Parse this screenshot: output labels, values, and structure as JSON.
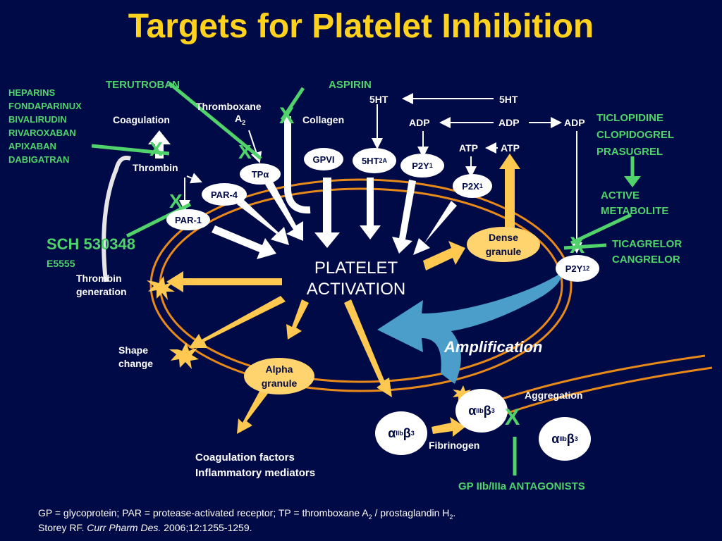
{
  "title": "Targets for Platelet Inhibition",
  "left_drugs": [
    "HEPARINS",
    "FONDAPARINUX",
    "BIVALIRUDIN",
    "RIVAROXABAN",
    "APIXABAN",
    "DABIGATRAN"
  ],
  "terutroban": "TERUTROBAN",
  "aspirin": "ASPIRIN",
  "thromboxane": "Thromboxane",
  "thromboxane_a": "A",
  "thromboxane_sub": "2",
  "coagulation": "Coagulation",
  "thrombin": "Thrombin",
  "collagen": "Collagen",
  "ht_top_left": "5HT",
  "ht_top_right": "5HT",
  "adp_left": "ADP",
  "adp_mid": "ADP",
  "adp_right": "ADP",
  "atp_left": "ATP",
  "atp_right": "ATP",
  "thieno": [
    "TICLOPIDINE",
    "CLOPIDOGREL",
    "PRASUGREL"
  ],
  "active_metabolite": [
    "ACTIVE",
    "METABOLITE"
  ],
  "tica": [
    "TICAGRELOR",
    "CANGRELOR"
  ],
  "sch": "SCH 530348",
  "e5555": "E5555",
  "thrombin_generation": [
    "Thrombin",
    "generation"
  ],
  "shape_change": [
    "Shape",
    "change"
  ],
  "platelet_activation": [
    "PLATELET",
    "ACTIVATION"
  ],
  "amplification": "Amplification",
  "aggregation": "Aggregation",
  "fibrinogen": "Fibrinogen",
  "coag_factors": [
    "Coagulation factors",
    "Inflammatory mediators"
  ],
  "gp_antagonists": "GP IIb/IIIa ANTAGONISTS",
  "receptors": {
    "gpvi": "GPVI",
    "ht2a": "5HT",
    "ht2a_sub": "2A",
    "p2y1": "P2Y",
    "p2y1_sub": "1",
    "p2x1": "P2X",
    "p2x1_sub": "1",
    "tp": "TP",
    "tp_sym": "α",
    "par4": "PAR-4",
    "par1": "PAR-1",
    "p2y12": "P2Y",
    "p2y12_sub": "12"
  },
  "integrin": {
    "alpha": "α",
    "sub": "IIb",
    "beta": "β",
    "num": "3"
  },
  "dense_granule": [
    "Dense",
    "granule"
  ],
  "alpha_granule": [
    "Alpha",
    "granule"
  ],
  "x_mark": "X",
  "footnote_line1": "GP = glycoprotein; PAR = protease-activated receptor; TP = thromboxane A",
  "footnote_line1_sub": "2",
  "footnote_line1_end": " / prostaglandin H",
  "footnote_line1_sub2": "2",
  "footnote_line1_dot": ".",
  "footnote_author": "Storey RF. ",
  "footnote_journal": "Curr Pharm Des.",
  "footnote_ref": " 2006;12:1255-1259.",
  "colors": {
    "background": "#000a46",
    "title": "#ffd21e",
    "green": "#4fd36a",
    "arrow": "#ffc850",
    "membrane": "#e88a1a",
    "amplification": "#4a9ec9"
  }
}
